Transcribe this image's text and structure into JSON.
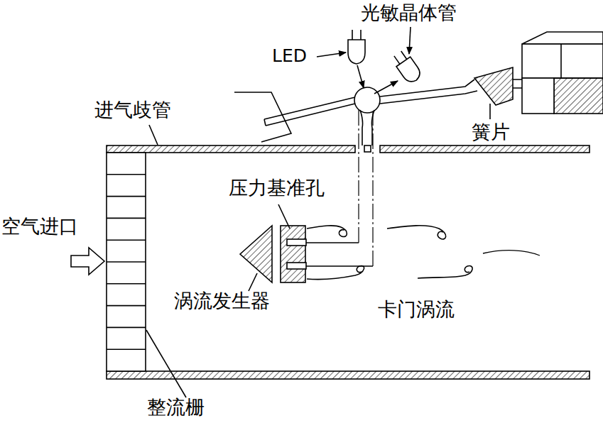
{
  "diagram": {
    "labels": [
      "光敏晶体管",
      "LED",
      "进气歧管",
      "簧片",
      "压力基准孔",
      "空气进口",
      "涡流发生器",
      "卡门涡流",
      "整流栅"
    ]
  }
}
